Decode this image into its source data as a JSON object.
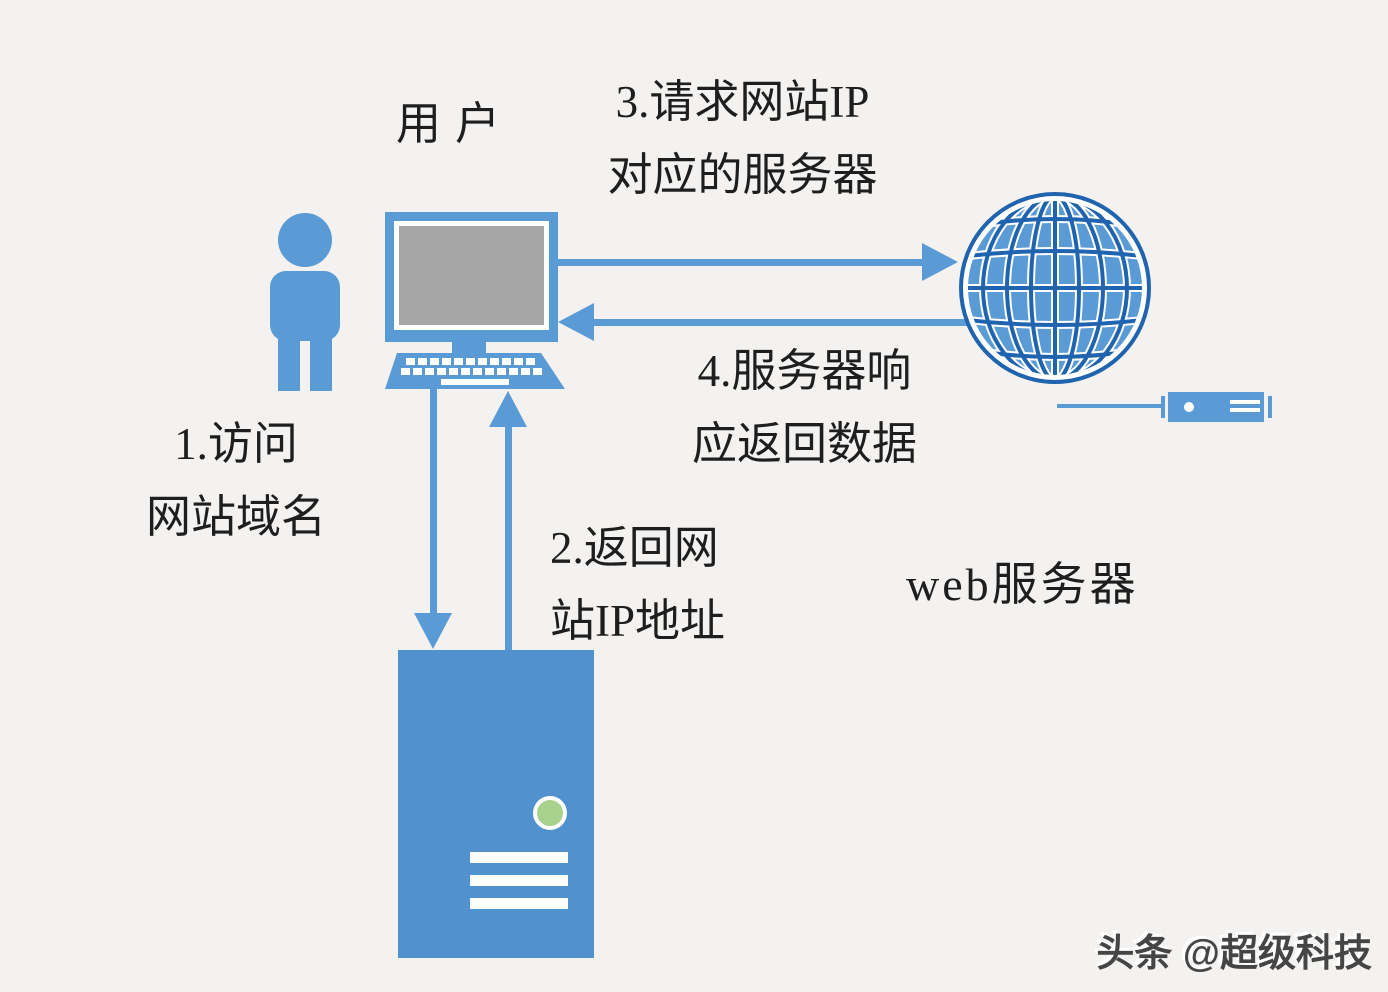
{
  "diagram": {
    "user_label": "用户",
    "web_server_label": "web服务器",
    "steps": {
      "step1": {
        "line1": "1.访问",
        "line2": "网站域名"
      },
      "step2": {
        "line1": "2.返回网",
        "line2": "站IP地址"
      },
      "step3": {
        "line1": "3.请求网站IP",
        "line2": "对应的服务器"
      },
      "step4": {
        "line1": "4.服务器响",
        "line2": "应返回数据"
      }
    },
    "icons": {
      "person": "person-icon",
      "computer": "computer-monitor-icon",
      "keyboard": "keyboard-icon",
      "globe": "globe-icon",
      "router": "router-icon",
      "server_tower": "server-tower-icon"
    },
    "colors": {
      "accent_blue": "#5B9BD5",
      "tower_blue": "#5191CE",
      "globe_line_blue": "#2063AE",
      "screen_gray": "#A6A6A6",
      "led_green": "#A9D18E",
      "text_dark": "#1E1E1E",
      "background": "#F3F2F0"
    }
  },
  "watermark": {
    "text": "头条 @超级科技"
  }
}
